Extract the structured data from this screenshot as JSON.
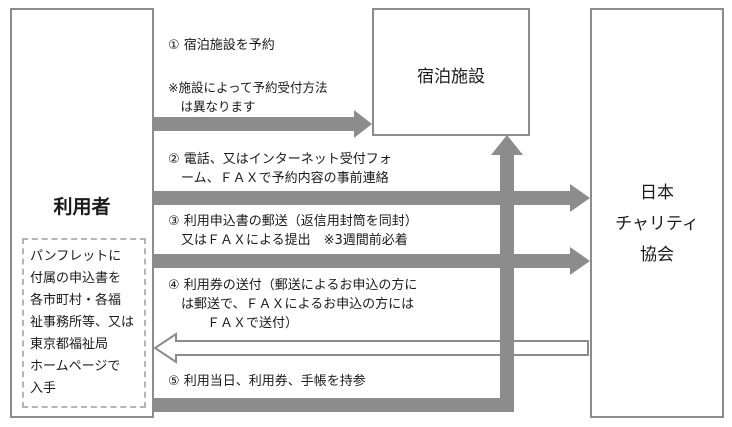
{
  "nodes": {
    "user": {
      "label": "利用者"
    },
    "facility": {
      "label": "宿泊施設"
    },
    "charity": {
      "label": "日本\nチャリティ\n協会"
    }
  },
  "note_box": {
    "text": "パンフレットに\n付属の申込書を\n各市町村・各福\n祉事務所等、又は\n東京都福祉局\nホームページで\n入手"
  },
  "steps": [
    {
      "text": "① 宿泊施設を予約"
    },
    {
      "text": "※施設によって予約受付方法\n　は異なります"
    },
    {
      "text": "② 電話、又はインターネット受付フォ\n　ーム、ＦＡＸで予約内容の事前連絡"
    },
    {
      "text": "③ 利用申込書の郵送（返信用封筒を同封）\n　又はＦＡＸによる提出　※3週間前必着"
    },
    {
      "text": "④ 利用券の送付（郵送によるお申込の方に\n　は郵送で、ＦＡＸによるお申込の方には\n　　　ＦＡＸで送付）"
    },
    {
      "text": "⑤ 利用当日、利用券、手帳を持参"
    }
  ]
}
